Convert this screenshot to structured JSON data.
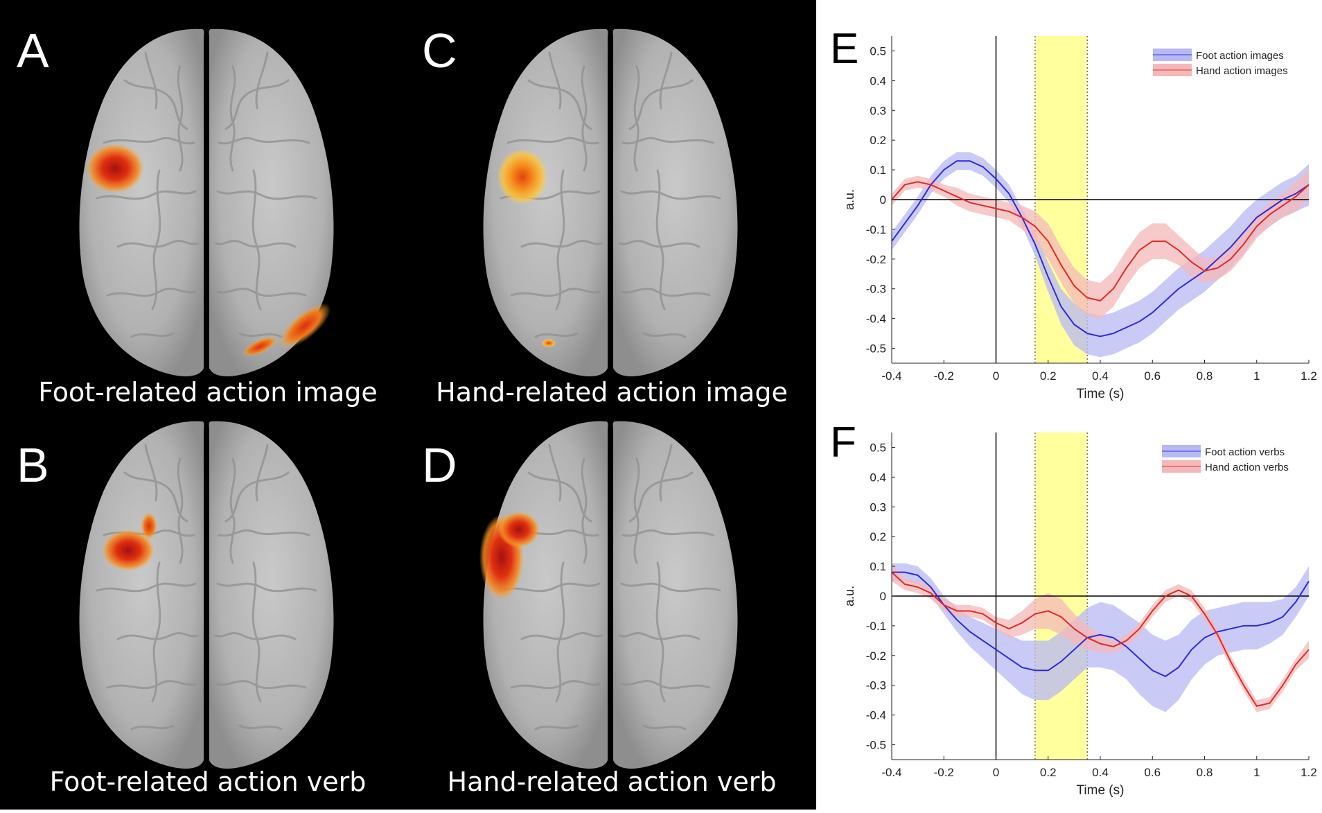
{
  "figure": {
    "panels": [
      {
        "letter": "A",
        "caption": "Foot-related action image",
        "activation": "left-frontal-high"
      },
      {
        "letter": "B",
        "caption": "Foot-related action verb",
        "activation": "left-central"
      },
      {
        "letter": "C",
        "caption": "Hand-related action image",
        "activation": "left-frontal-yellow"
      },
      {
        "letter": "D",
        "caption": "Hand-related action verb",
        "activation": "left-lateral"
      }
    ]
  },
  "colors": {
    "foot": "#2b2bd9",
    "foot_band": "#b8b8f4",
    "hand": "#e22828",
    "hand_band": "#f4b8b8",
    "window": "#ffff9e",
    "brain": "#b9b9b9"
  },
  "chart_data": [
    {
      "letter": "E",
      "type": "line",
      "xlabel": "Time (s)",
      "ylabel": "a.u.",
      "xlim": [
        -0.4,
        1.2
      ],
      "ylim": [
        -0.55,
        0.55
      ],
      "xticks": [
        -0.4,
        -0.2,
        0,
        0.2,
        0.4,
        0.6,
        0.8,
        1,
        1.2
      ],
      "xtick_labels": [
        "-0.4",
        "-0.2",
        "0",
        "0.2",
        "0.4",
        "0.6",
        "0.8",
        "1",
        "1.2"
      ],
      "yticks": [
        0.5,
        0.4,
        0.3,
        0.2,
        0.1,
        0,
        -0.1,
        -0.2,
        -0.3,
        -0.4,
        -0.5
      ],
      "ytick_labels": [
        "0.5",
        "0.4",
        "0.3",
        "0.2",
        "0.1",
        "0",
        "-0.1",
        "-0.2",
        "-0.3",
        "-0.4",
        "-0.5"
      ],
      "highlight_window": [
        0.15,
        0.35
      ],
      "legend_position": "top-right",
      "x": [
        -0.4,
        -0.35,
        -0.3,
        -0.25,
        -0.2,
        -0.15,
        -0.1,
        -0.05,
        0,
        0.05,
        0.1,
        0.15,
        0.2,
        0.25,
        0.3,
        0.35,
        0.4,
        0.45,
        0.5,
        0.55,
        0.6,
        0.65,
        0.7,
        0.75,
        0.8,
        0.85,
        0.9,
        0.95,
        1.0,
        1.05,
        1.1,
        1.15,
        1.2
      ],
      "series": [
        {
          "name": "Foot action images",
          "color": "#2b2bd9",
          "band_color": "#b8b8f4",
          "values": [
            -0.14,
            -0.08,
            -0.02,
            0.05,
            0.1,
            0.13,
            0.13,
            0.11,
            0.07,
            0.02,
            -0.06,
            -0.15,
            -0.26,
            -0.36,
            -0.42,
            -0.45,
            -0.46,
            -0.45,
            -0.43,
            -0.41,
            -0.38,
            -0.34,
            -0.3,
            -0.27,
            -0.24,
            -0.2,
            -0.16,
            -0.11,
            -0.06,
            -0.03,
            0.0,
            0.02,
            0.05
          ],
          "sem": [
            0.03,
            0.03,
            0.03,
            0.03,
            0.03,
            0.03,
            0.03,
            0.03,
            0.03,
            0.03,
            0.03,
            0.04,
            0.05,
            0.06,
            0.07,
            0.07,
            0.07,
            0.07,
            0.07,
            0.07,
            0.07,
            0.07,
            0.07,
            0.07,
            0.07,
            0.07,
            0.07,
            0.07,
            0.06,
            0.06,
            0.06,
            0.06,
            0.07
          ]
        },
        {
          "name": "Hand action images",
          "color": "#e22828",
          "band_color": "#f4b8b8",
          "values": [
            0.0,
            0.05,
            0.06,
            0.05,
            0.03,
            0.01,
            -0.01,
            -0.02,
            -0.03,
            -0.04,
            -0.06,
            -0.09,
            -0.14,
            -0.22,
            -0.29,
            -0.33,
            -0.34,
            -0.3,
            -0.23,
            -0.17,
            -0.14,
            -0.14,
            -0.17,
            -0.21,
            -0.24,
            -0.23,
            -0.2,
            -0.15,
            -0.09,
            -0.05,
            -0.02,
            0.01,
            0.05
          ],
          "sem": [
            0.02,
            0.02,
            0.02,
            0.02,
            0.02,
            0.03,
            0.03,
            0.03,
            0.03,
            0.03,
            0.04,
            0.05,
            0.06,
            0.06,
            0.06,
            0.06,
            0.06,
            0.06,
            0.06,
            0.06,
            0.06,
            0.06,
            0.05,
            0.05,
            0.04,
            0.04,
            0.04,
            0.04,
            0.04,
            0.04,
            0.04,
            0.05,
            0.05
          ]
        }
      ]
    },
    {
      "letter": "F",
      "type": "line",
      "xlabel": "Time (s)",
      "ylabel": "a.u.",
      "xlim": [
        -0.4,
        1.2
      ],
      "ylim": [
        -0.55,
        0.55
      ],
      "xticks": [
        -0.4,
        -0.2,
        0,
        0.2,
        0.4,
        0.6,
        0.8,
        1,
        1.2
      ],
      "xtick_labels": [
        "-0.4",
        "-0.2",
        "0",
        "0.2",
        "0.4",
        "0.6",
        "0.8",
        "1",
        "1.2"
      ],
      "yticks": [
        0.5,
        0.4,
        0.3,
        0.2,
        0.1,
        0,
        -0.1,
        -0.2,
        -0.3,
        -0.4,
        -0.5
      ],
      "ytick_labels": [
        "0.5",
        "0.4",
        "0.3",
        "0.2",
        "0.1",
        "0",
        "-0.1",
        "-0.2",
        "-0.3",
        "-0.4",
        "-0.5"
      ],
      "highlight_window": [
        0.15,
        0.35
      ],
      "legend_position": "top-right",
      "x": [
        -0.4,
        -0.35,
        -0.3,
        -0.25,
        -0.2,
        -0.15,
        -0.1,
        -0.05,
        0,
        0.05,
        0.1,
        0.15,
        0.2,
        0.25,
        0.3,
        0.35,
        0.4,
        0.45,
        0.5,
        0.55,
        0.6,
        0.65,
        0.7,
        0.75,
        0.8,
        0.85,
        0.9,
        0.95,
        1.0,
        1.05,
        1.1,
        1.15,
        1.2
      ],
      "series": [
        {
          "name": "Foot action verbs",
          "color": "#2b2bd9",
          "band_color": "#b8b8f4",
          "values": [
            0.08,
            0.08,
            0.07,
            0.03,
            -0.03,
            -0.08,
            -0.12,
            -0.15,
            -0.18,
            -0.21,
            -0.24,
            -0.25,
            -0.25,
            -0.22,
            -0.18,
            -0.14,
            -0.13,
            -0.14,
            -0.17,
            -0.21,
            -0.25,
            -0.27,
            -0.24,
            -0.18,
            -0.14,
            -0.12,
            -0.11,
            -0.1,
            -0.1,
            -0.09,
            -0.07,
            -0.02,
            0.05
          ],
          "sem": [
            0.03,
            0.03,
            0.03,
            0.03,
            0.03,
            0.04,
            0.05,
            0.06,
            0.07,
            0.08,
            0.09,
            0.1,
            0.1,
            0.1,
            0.1,
            0.1,
            0.11,
            0.11,
            0.11,
            0.12,
            0.12,
            0.12,
            0.11,
            0.1,
            0.09,
            0.08,
            0.08,
            0.08,
            0.08,
            0.07,
            0.06,
            0.05,
            0.05
          ]
        },
        {
          "name": "Hand action verbs",
          "color": "#e22828",
          "band_color": "#f4b8b8",
          "values": [
            0.08,
            0.04,
            0.03,
            0.01,
            -0.03,
            -0.05,
            -0.05,
            -0.06,
            -0.09,
            -0.11,
            -0.09,
            -0.06,
            -0.05,
            -0.07,
            -0.11,
            -0.14,
            -0.16,
            -0.17,
            -0.15,
            -0.11,
            -0.05,
            0.0,
            0.02,
            0.0,
            -0.06,
            -0.13,
            -0.22,
            -0.3,
            -0.37,
            -0.36,
            -0.3,
            -0.23,
            -0.18
          ],
          "sem": [
            0.03,
            0.02,
            0.02,
            0.02,
            0.02,
            0.02,
            0.02,
            0.02,
            0.02,
            0.03,
            0.04,
            0.05,
            0.06,
            0.06,
            0.05,
            0.04,
            0.03,
            0.02,
            0.02,
            0.02,
            0.02,
            0.02,
            0.02,
            0.02,
            0.02,
            0.02,
            0.02,
            0.02,
            0.02,
            0.02,
            0.02,
            0.02,
            0.03
          ]
        }
      ]
    }
  ]
}
